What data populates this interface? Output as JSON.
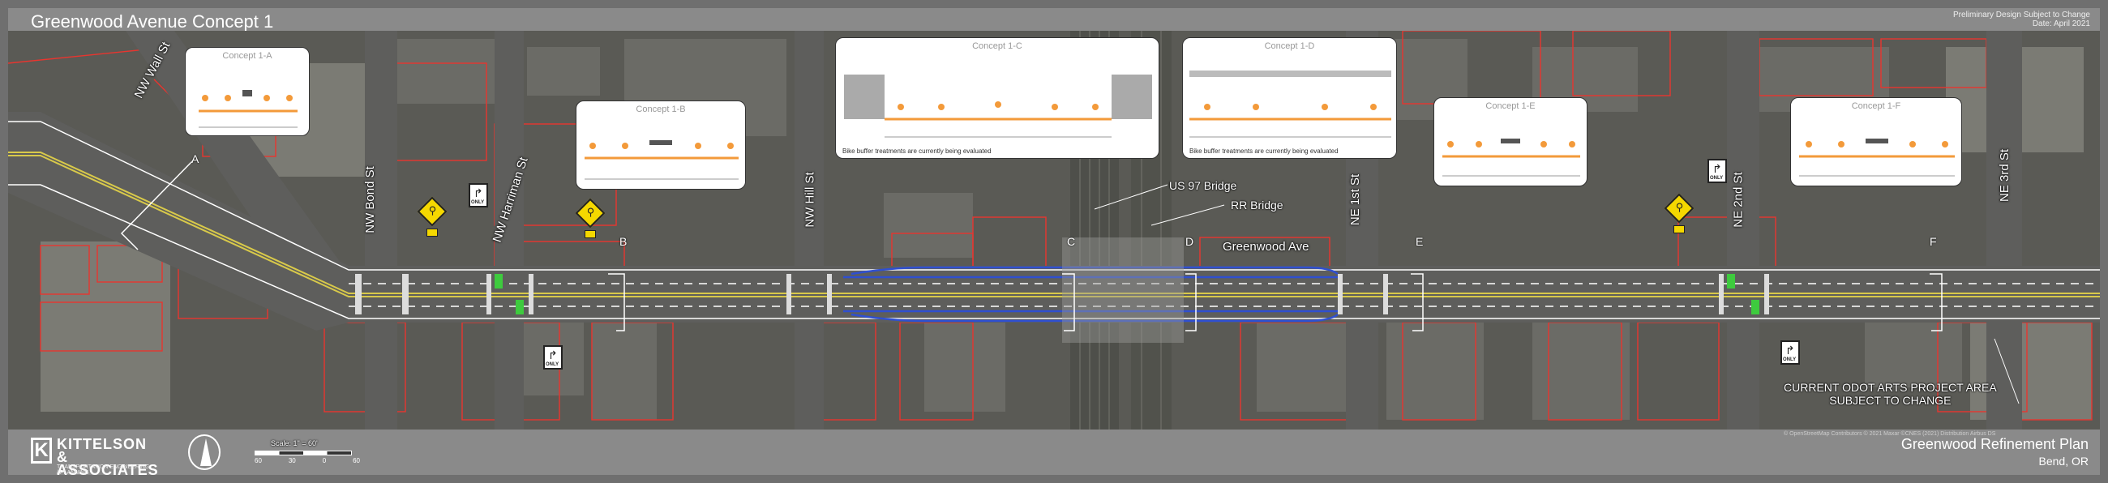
{
  "header": {
    "title": "Greenwood Avenue Concept 1",
    "disclaimer_1": "Preliminary Design Subject to Change",
    "disclaimer_2": "Date: April 2021"
  },
  "concepts": [
    {
      "id": "a",
      "title": "Concept 1-A",
      "note": ""
    },
    {
      "id": "b",
      "title": "Concept 1-B",
      "note": ""
    },
    {
      "id": "c",
      "title": "Concept 1-C",
      "note": "Bike buffer treatments are currently being evaluated"
    },
    {
      "id": "d",
      "title": "Concept 1-D",
      "note": "Bike buffer treatments are currently being evaluated"
    },
    {
      "id": "e",
      "title": "Concept 1-E",
      "note": ""
    },
    {
      "id": "f",
      "title": "Concept 1-F",
      "note": ""
    }
  ],
  "streets": {
    "wall": "NW Wall St",
    "bond": "NW Bond St",
    "harriman": "NW Harriman St",
    "hill": "NW Hill St",
    "first": "NE 1st St",
    "second": "NE 2nd St",
    "third": "NE 3rd St",
    "greenwood": "Greenwood Ave"
  },
  "labels": {
    "us97": "US 97 Bridge",
    "rr": "RR Bridge",
    "odot_1": "CURRENT ODOT ARTS PROJECT AREA",
    "odot_2": "SUBJECT TO CHANGE"
  },
  "sections": [
    "A",
    "B",
    "C",
    "D",
    "E",
    "F"
  ],
  "footer": {
    "company": "KITTELSON",
    "company_2": "& ASSOCIATES",
    "tagline": "TRANSPORTATION ENGINEERING / PLANNING",
    "scale_label": "Scale: 1\" = 60'",
    "scale_ticks": [
      "60",
      "30",
      "0",
      "60"
    ],
    "plan_title": "Greenwood Refinement Plan",
    "location": "Bend, OR",
    "attribution": "© OpenStreetMap Contributors © 2021 Maxar ©CNES (2021) Distribution Airbus DS"
  },
  "colors": {
    "road": "#5e5e5c",
    "roadway_edge": "#ffffff",
    "centerline": "#d8c94a",
    "bike_lane": "#2f4fd0",
    "bike_box": "#3ecb3e",
    "property_line": "#e8352f",
    "lane_icon": "#f39a3a",
    "sign_yellow": "#f5d800"
  }
}
